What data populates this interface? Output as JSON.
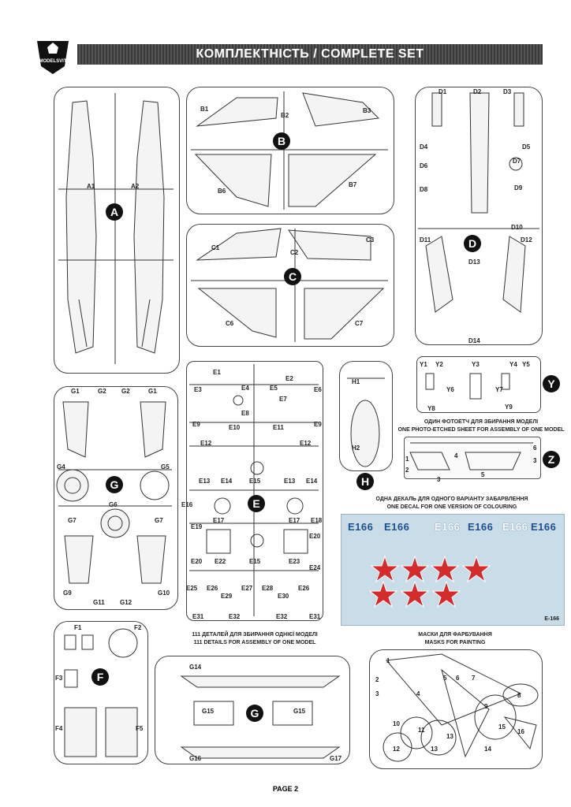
{
  "header": {
    "logo_text": "MODELSVIT",
    "title": "КОМПЛЕКТНІСТЬ / COMPLETE SET"
  },
  "sprues": {
    "A": {
      "letter": "A",
      "labels": [
        "A1",
        "A2"
      ]
    },
    "B": {
      "letter": "B",
      "labels": [
        "B1",
        "B2",
        "B3",
        "B6",
        "B7"
      ]
    },
    "C": {
      "letter": "C",
      "labels": [
        "C1",
        "C2",
        "C3",
        "C6",
        "C7"
      ]
    },
    "D": {
      "letter": "D",
      "labels": [
        "D1",
        "D2",
        "D3",
        "D4",
        "D5",
        "D6",
        "D7",
        "D8",
        "D9",
        "D10",
        "D11",
        "D12",
        "D13",
        "D14"
      ]
    },
    "E": {
      "letter": "E",
      "labels": [
        "E1",
        "E2",
        "E3",
        "E4",
        "E5",
        "E6",
        "E7",
        "E8",
        "E9",
        "E10",
        "E11",
        "E9",
        "E12",
        "E12",
        "E13",
        "E14",
        "E15",
        "E13",
        "E14",
        "E16",
        "E17",
        "E17",
        "E18",
        "E19",
        "E20",
        "E22",
        "E15",
        "E23",
        "E20",
        "E24",
        "E25",
        "E26",
        "E27",
        "E28",
        "E26",
        "E29",
        "E30",
        "E31",
        "E32",
        "E32",
        "E31"
      ]
    },
    "G_top": {
      "letter": "G",
      "labels": [
        "G1",
        "G2",
        "G2",
        "G1",
        "G4",
        "G5",
        "G6",
        "G7",
        "G7",
        "G9",
        "G11",
        "G12",
        "G10"
      ]
    },
    "H": {
      "letter": "H",
      "labels": [
        "H1",
        "H2"
      ]
    },
    "Y": {
      "letter": "Y",
      "labels": [
        "Y1",
        "Y2",
        "Y3",
        "Y4",
        "Y5",
        "Y6",
        "Y7",
        "Y8",
        "Y9"
      ]
    },
    "F": {
      "letter": "F",
      "labels": [
        "F1",
        "F2",
        "F3",
        "F4",
        "F5"
      ]
    },
    "G_bottom": {
      "letter": "G",
      "labels": [
        "G14",
        "G15",
        "G15",
        "G16",
        "G17"
      ]
    },
    "Z": {
      "letter": "Z",
      "labels": [
        "1",
        "2",
        "3",
        "3",
        "4",
        "5",
        "6"
      ]
    }
  },
  "captions": {
    "photo_etched_ua": "ОДИН ФОТОЕТЧ ДЛЯ ЗБИРАННЯ МОДЕЛІ",
    "photo_etched_en": "ONE PHOTO-ETCHED SHEET FOR ASSEMBLY OF ONE MODEL",
    "decal_ua": "ОДНА ДЕКАЛЬ ДЛЯ ОДНОГО ВАРІАНТУ ЗАБАРВЛЕННЯ",
    "decal_en": "ONE DECAL FOR ONE VERSION OF COLOURING",
    "details_ua": "111 ДЕТАЛЕЙ ДЛЯ ЗБИРАННЯ ОДНІЄЇ МОДЕЛІ",
    "details_en": "111 DETAILS FOR ASSEMBLY OF ONE MODEL",
    "masks_ua": "МАСКИ ДЛЯ ФАРБУВАННЯ",
    "masks_en": "MASKS FOR PAINTING"
  },
  "decal": {
    "codes": [
      "E166",
      "E166",
      "E166",
      "E166",
      "E166",
      "E166"
    ],
    "model_code": "E-166"
  },
  "masks": {
    "labels": [
      "1",
      "2",
      "3",
      "4",
      "5",
      "6",
      "7",
      "8",
      "9",
      "10",
      "11",
      "12",
      "13",
      "13",
      "14",
      "15",
      "16"
    ]
  },
  "footer": {
    "page": "PAGE 2"
  },
  "colors": {
    "decal_bg": "#c9dde8",
    "star_red": "#d62b2b",
    "code_blue": "#1e4f8f"
  }
}
